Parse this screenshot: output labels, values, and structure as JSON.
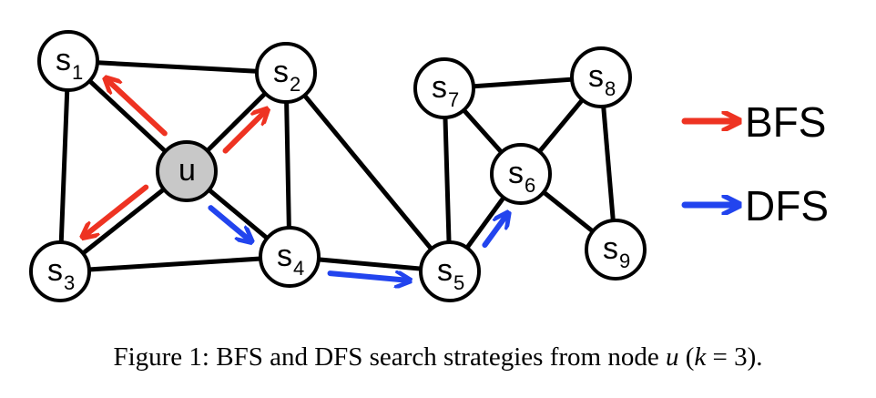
{
  "colors": {
    "bfs": "#ee3322",
    "dfs": "#2244ee",
    "center_fill": "#c8c8c8"
  },
  "nodes": [
    {
      "id": "u",
      "label": "u",
      "sub": ""
    },
    {
      "id": "s1",
      "label": "s",
      "sub": "1"
    },
    {
      "id": "s2",
      "label": "s",
      "sub": "2"
    },
    {
      "id": "s3",
      "label": "s",
      "sub": "3"
    },
    {
      "id": "s4",
      "label": "s",
      "sub": "4"
    },
    {
      "id": "s5",
      "label": "s",
      "sub": "5"
    },
    {
      "id": "s6",
      "label": "s",
      "sub": "6"
    },
    {
      "id": "s7",
      "label": "s",
      "sub": "7"
    },
    {
      "id": "s8",
      "label": "s",
      "sub": "8"
    },
    {
      "id": "s9",
      "label": "s",
      "sub": "9"
    }
  ],
  "edges": [
    [
      "s1",
      "s2"
    ],
    [
      "s1",
      "s3"
    ],
    [
      "s1",
      "u"
    ],
    [
      "s2",
      "u"
    ],
    [
      "s2",
      "s4"
    ],
    [
      "s2",
      "s5"
    ],
    [
      "s3",
      "u"
    ],
    [
      "s3",
      "s4"
    ],
    [
      "u",
      "s4"
    ],
    [
      "s4",
      "s5"
    ],
    [
      "s5",
      "s7"
    ],
    [
      "s5",
      "s6"
    ],
    [
      "s7",
      "s8"
    ],
    [
      "s7",
      "s6"
    ],
    [
      "s8",
      "s6"
    ],
    [
      "s8",
      "s9"
    ],
    [
      "s6",
      "s9"
    ]
  ],
  "bfs_arrows": [
    [
      "u",
      "s1"
    ],
    [
      "u",
      "s2"
    ],
    [
      "u",
      "s3"
    ]
  ],
  "dfs_arrows": [
    [
      "u",
      "s4"
    ],
    [
      "s4",
      "s5"
    ],
    [
      "s5",
      "s6"
    ]
  ],
  "legend": {
    "bfs_label": "BFS",
    "dfs_label": "DFS"
  },
  "caption": {
    "prefix": "Figure 1: BFS and DFS search strategies from node ",
    "var_u": "u",
    "open": " (",
    "var_k": "k",
    "equals": " = 3)."
  }
}
